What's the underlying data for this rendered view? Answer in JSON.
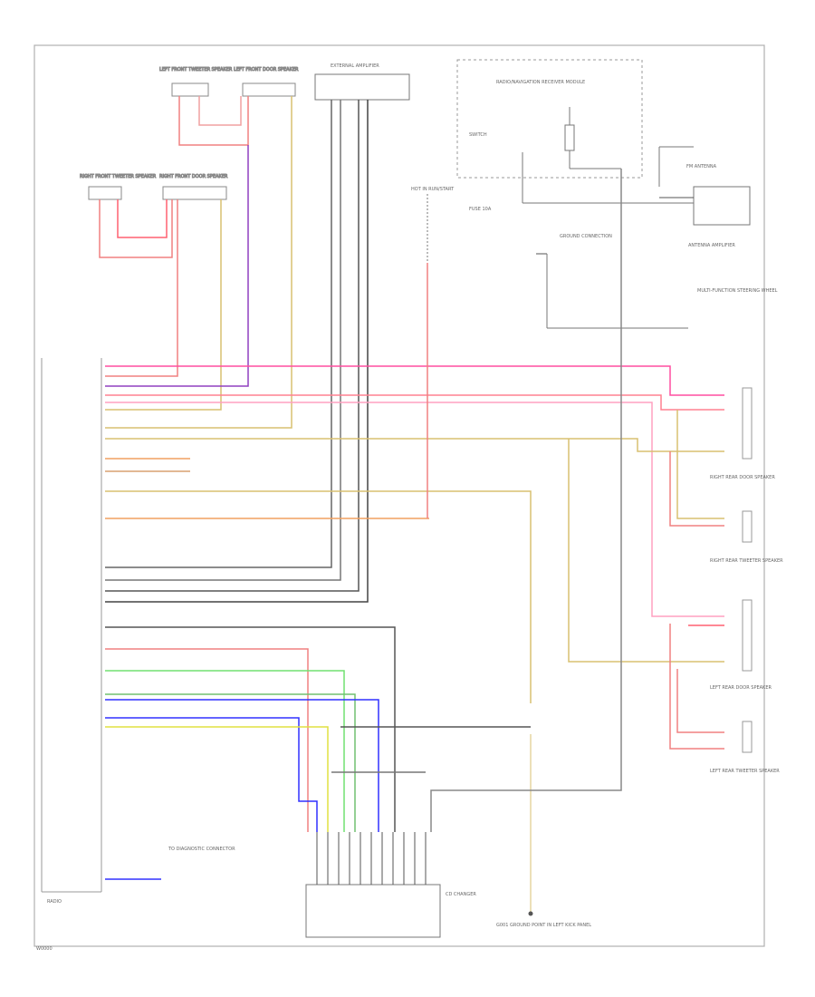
{
  "labels": {
    "lf_tweeter": "LEFT FRONT TWEETER SPEAKER",
    "lf_door": "LEFT FRONT DOOR SPEAKER",
    "external_amp": "EXTERNAL AMPLIFIER",
    "radio_module": "RADIO/NAVIGATION RECEIVER MODULE",
    "rf_tweeter": "RIGHT FRONT TWEETER SPEAKER",
    "rf_door": "RIGHT FRONT DOOR SPEAKER",
    "hot_run": "HOT IN RUN/START",
    "fuse": "FUSE 10A",
    "antenna": "ANTENNA AMPLIFIER",
    "fm_antenna": "FM ANTENNA",
    "gnd_connection": "GROUND CONNECTION",
    "radio_unit": "RADIO",
    "rr_door": "RIGHT REAR DOOR SPEAKER",
    "rr_tweeter": "RIGHT REAR TWEETER SPEAKER",
    "lr_door": "LEFT REAR DOOR SPEAKER",
    "lr_tweeter": "LEFT REAR TWEETER SPEAKER",
    "cd_changer": "CD CHANGER",
    "ground": "G001 GROUND POINT IN LEFT KICK PANEL",
    "multi_function": "MULTI-FUNCTION STEERING WHEEL",
    "diag": "TO DIAGNOSTIC CONNECTOR",
    "radio_bottom": "RADIO",
    "footer": "W0000"
  },
  "colors": {
    "frame": "#999999",
    "black_wire": "#555555",
    "red_wire": "#f08080",
    "pink_wire": "#ff4fa0",
    "violet_wire": "#9040c0",
    "yellow_wire": "#d8c070",
    "green_wire": "#70e070",
    "blue_wire": "#3030ff",
    "orange_wire": "#f0a060",
    "gray_wire": "#888888"
  }
}
